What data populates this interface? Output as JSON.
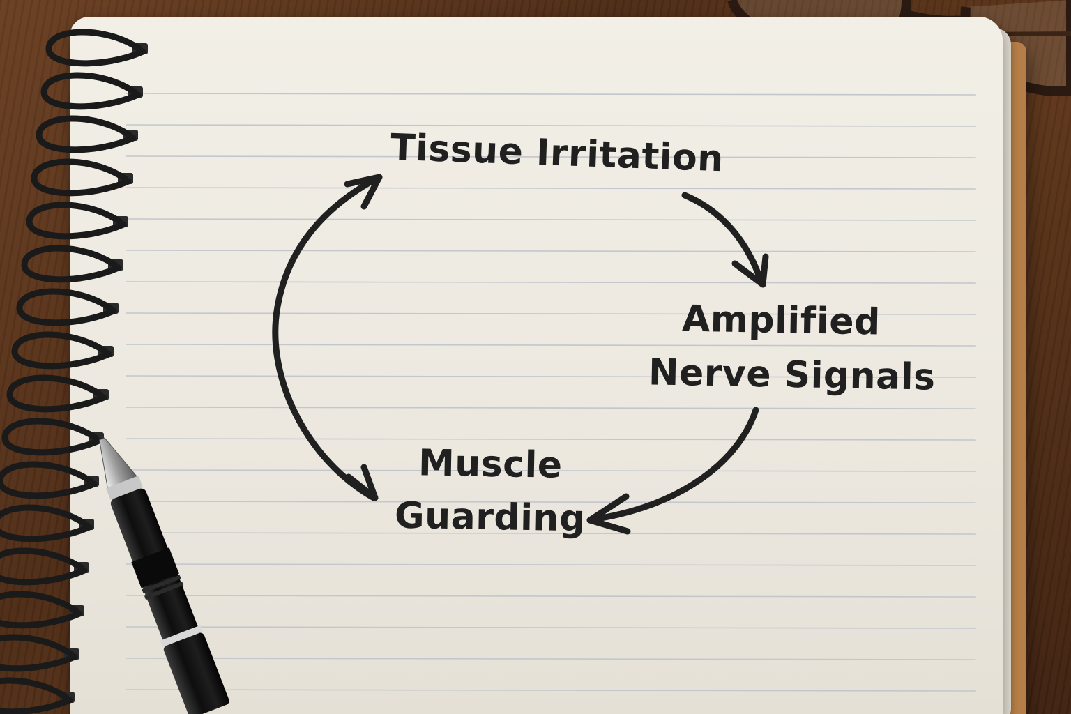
{
  "diagram": {
    "nodes": {
      "tissue_irritation": "Tissue Irritation",
      "nerve_line1": "Amplified",
      "nerve_line2": "Nerve Signals",
      "muscle_line1": "Muscle",
      "muscle_line2": "Guarding"
    },
    "edges": [
      {
        "from": "Tissue Irritation",
        "to": "Amplified Nerve Signals"
      },
      {
        "from": "Amplified Nerve Signals",
        "to": "Muscle Guarding"
      },
      {
        "from": "Muscle Guarding",
        "to": "Tissue Irritation"
      }
    ]
  },
  "colors": {
    "ink": "#202020",
    "paper": "#efebe3",
    "rule_line": "#c3c6cc",
    "desk": "#5a331a",
    "cover": "#b57e48",
    "spiral": "#1a1a1a",
    "pen_body": "#141414",
    "glasses_frame": "#2a1a12"
  },
  "objects": {
    "notebook": "spiral-notebook",
    "pen": "ballpoint-pen",
    "glasses": "reading-glasses"
  }
}
